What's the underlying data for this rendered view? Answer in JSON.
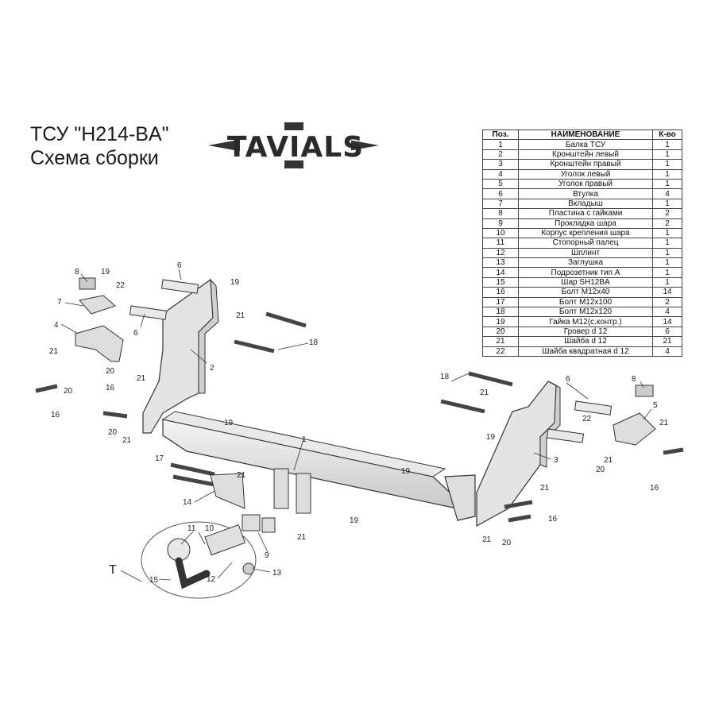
{
  "header": {
    "title_line1": "ТСУ  \"H214-BA\"",
    "title_line2": "Схема сборки",
    "logo_text": "TAVIALS"
  },
  "table": {
    "headers": [
      "Поз.",
      "НАИМЕНОВАНИЕ",
      "К-во"
    ],
    "rows": [
      [
        "1",
        "Балка ТСУ",
        "1"
      ],
      [
        "2",
        "Кронштейн левый",
        "1"
      ],
      [
        "3",
        "Кронштейн правый",
        "1"
      ],
      [
        "4",
        "Уголок левый",
        "1"
      ],
      [
        "5",
        "Уголок правый",
        "1"
      ],
      [
        "6",
        "Втулка",
        "4"
      ],
      [
        "7",
        "Вкладыш",
        "1"
      ],
      [
        "8",
        "Пластина с гайками",
        "2"
      ],
      [
        "9",
        "Прокладка шара",
        "2"
      ],
      [
        "10",
        "Корпус крепления шара",
        "1"
      ],
      [
        "11",
        "Стопорный палец",
        "1"
      ],
      [
        "12",
        "Шплинт",
        "1"
      ],
      [
        "13",
        "Заглушка",
        "1"
      ],
      [
        "14",
        "Подрозетник тип А",
        "1"
      ],
      [
        "15",
        "Шар SH12BA",
        "1"
      ],
      [
        "16",
        "Болт М12х40",
        "14"
      ],
      [
        "17",
        "Болт М12х100",
        "2"
      ],
      [
        "18",
        "Болт М12х120",
        "4"
      ],
      [
        "19",
        "Гайка М12(с.контр.)",
        "14"
      ],
      [
        "20",
        "Гровер d 12",
        "6"
      ],
      [
        "21",
        "Шайба d 12",
        "21"
      ],
      [
        "22",
        "Шайба квадратная d 12",
        "4"
      ]
    ]
  },
  "callouts": {
    "t": "T",
    "p1": "1",
    "p2": "2",
    "p3": "3",
    "p4": "4",
    "p5": "5",
    "p6": "6",
    "p7": "7",
    "p8": "8",
    "p9": "9",
    "p10": "10",
    "p11": "11",
    "p12": "12",
    "p13": "13",
    "p14": "14",
    "p15": "15",
    "p16": "16",
    "p17": "17",
    "p18": "18",
    "p19": "19",
    "p20": "20",
    "p21": "21",
    "p22": "22"
  }
}
